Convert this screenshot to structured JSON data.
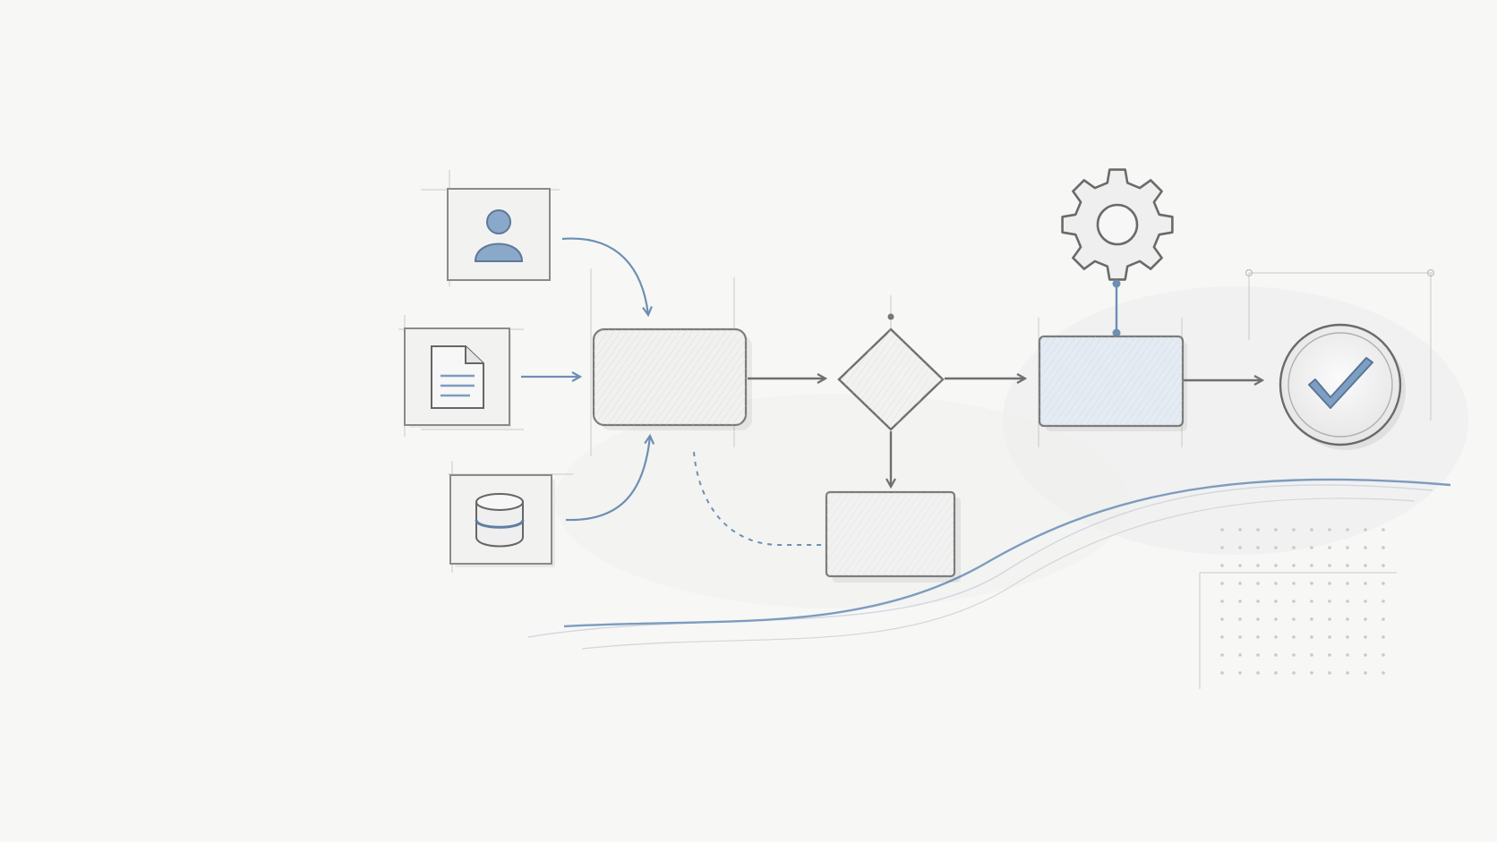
{
  "diagram": {
    "nodes": [
      {
        "id": "input-user",
        "kind": "input",
        "icon": "person-icon"
      },
      {
        "id": "input-document",
        "kind": "input",
        "icon": "document-icon"
      },
      {
        "id": "input-database",
        "kind": "input",
        "icon": "database-icon"
      },
      {
        "id": "process-main",
        "kind": "process"
      },
      {
        "id": "decision",
        "kind": "decision"
      },
      {
        "id": "process-branch",
        "kind": "process"
      },
      {
        "id": "process-configured",
        "kind": "process"
      },
      {
        "id": "config",
        "kind": "settings",
        "icon": "gear-icon"
      },
      {
        "id": "result",
        "kind": "terminal",
        "icon": "checkmark-icon"
      }
    ],
    "edges": [
      {
        "from": "input-user",
        "to": "process-main",
        "style": "curved"
      },
      {
        "from": "input-document",
        "to": "process-main",
        "style": "straight"
      },
      {
        "from": "input-database",
        "to": "process-main",
        "style": "curved"
      },
      {
        "from": "process-main",
        "to": "decision",
        "style": "straight"
      },
      {
        "from": "decision",
        "to": "process-configured",
        "style": "straight"
      },
      {
        "from": "decision",
        "to": "process-branch",
        "style": "straight"
      },
      {
        "from": "process-main",
        "to": "process-branch",
        "style": "dashed"
      },
      {
        "from": "config",
        "to": "process-configured",
        "style": "connector"
      },
      {
        "from": "process-configured",
        "to": "result",
        "style": "straight"
      }
    ],
    "colors": {
      "background": "#f7f7f6",
      "stroke": "#7b7b7b",
      "accent": "#6d8fb3",
      "fill_blue": "#e4ebf2"
    }
  }
}
